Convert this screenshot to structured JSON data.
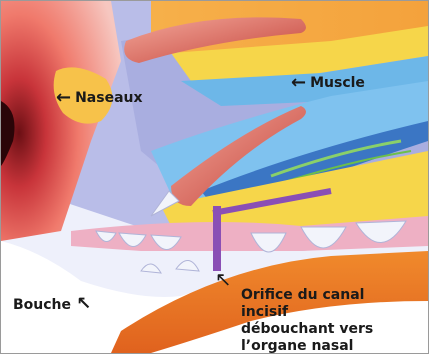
{
  "labels": {
    "naseaux": "Naseaux",
    "muscle": "Muscle",
    "bouche": "Bouche",
    "orifice_lines": [
      "Orifice du canal incisif",
      "débouchant vers",
      "l’organe nasal"
    ]
  },
  "icons": {
    "left_arrow": "←",
    "diag_arrow": "↑"
  },
  "colors": {
    "skin_red": "#c8343a",
    "skin_orange": "#f07a2c",
    "lavender": "#b9bde8",
    "sky": "#6db7e8",
    "yellow": "#f6d64a",
    "purple_duct": "#8a4fb5",
    "muscle_red": "#d9584a"
  }
}
